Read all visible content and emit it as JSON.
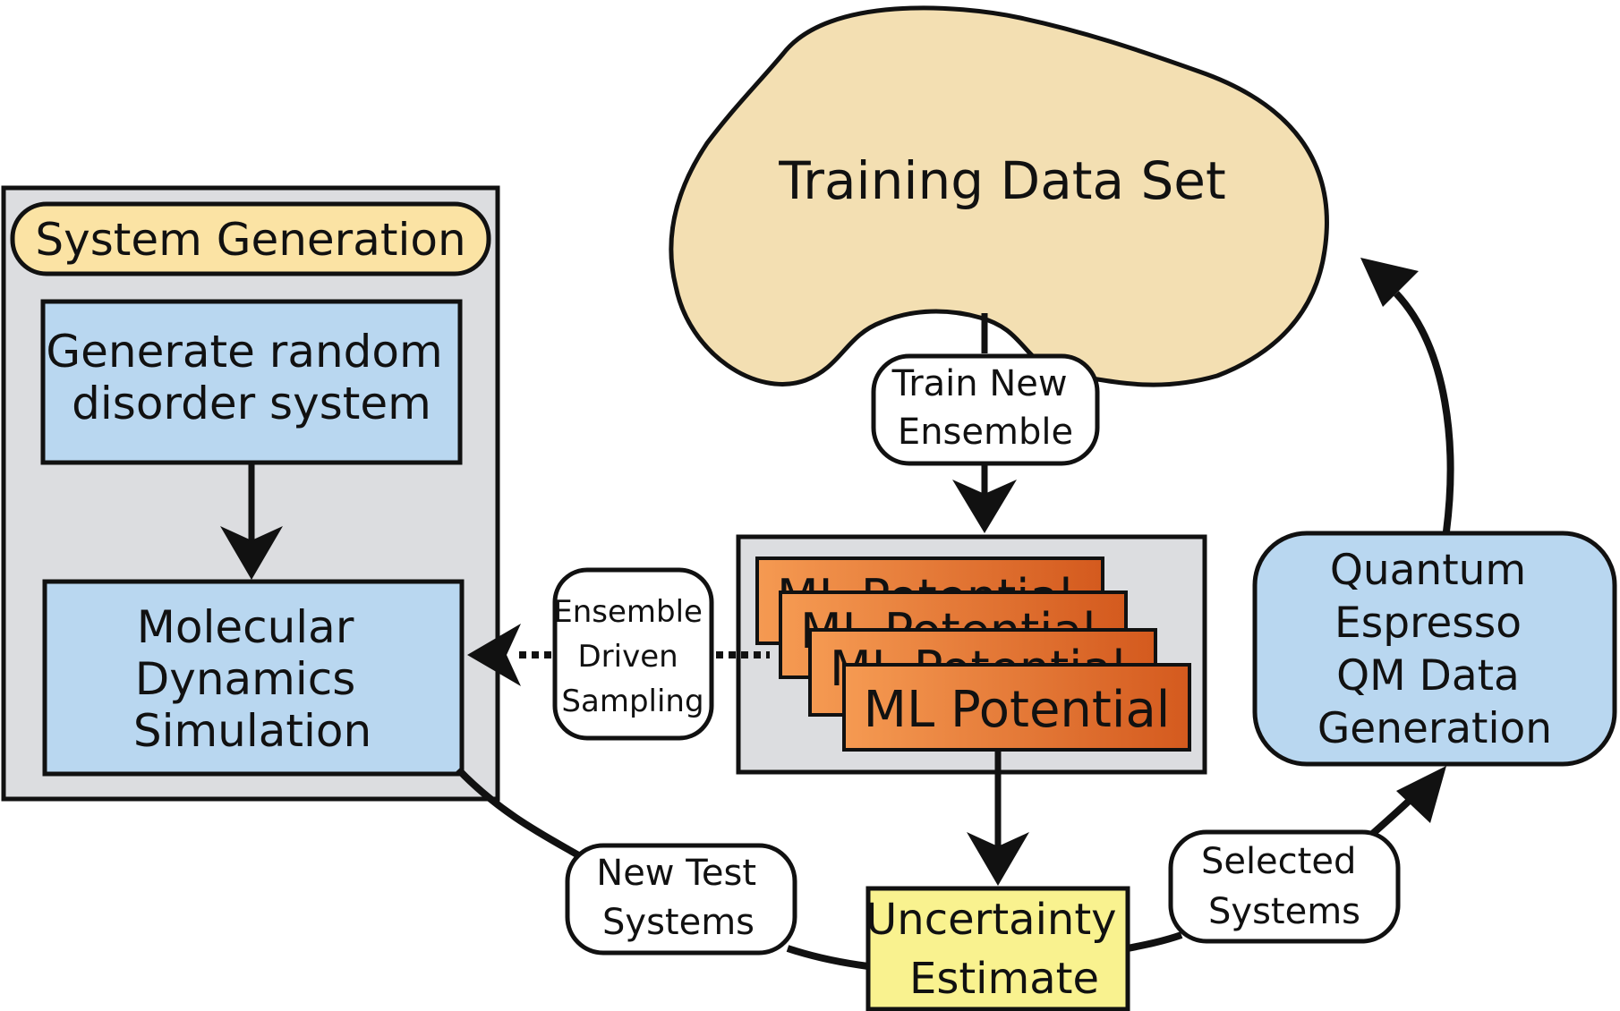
{
  "cloud": {
    "title": "Training Data Set"
  },
  "system_generation": {
    "header": "System Generation",
    "box1_lines": [
      "Generate random",
      "disorder system"
    ],
    "box2_lines": [
      "Molecular",
      "Dynamics",
      "Simulation"
    ]
  },
  "ml_ensemble": {
    "front_label": "ML Potential",
    "back_label": "ML Potential"
  },
  "quantum": {
    "lines": [
      "Quantum",
      "Espresso",
      "QM Data",
      "Generation"
    ]
  },
  "uncertainty": {
    "lines": [
      "Uncertainty",
      "Estimate"
    ]
  },
  "edge_labels": {
    "train": [
      "Train New",
      "Ensemble"
    ],
    "sampling": [
      "Ensemble",
      "Driven",
      "Sampling"
    ],
    "new_test": [
      "New Test",
      "Systems"
    ],
    "selected": [
      "Selected",
      "Systems"
    ]
  },
  "colors": {
    "cloud_fill": "#f3dfb2",
    "panel_fill": "#dcdde0",
    "header_fill": "#fbe3a4",
    "blue_box": "#b9d7f0",
    "yellow_box": "#f9f28f",
    "orange_light": "#f59a52",
    "orange_dark": "#d45a1e",
    "stroke": "#111111"
  }
}
